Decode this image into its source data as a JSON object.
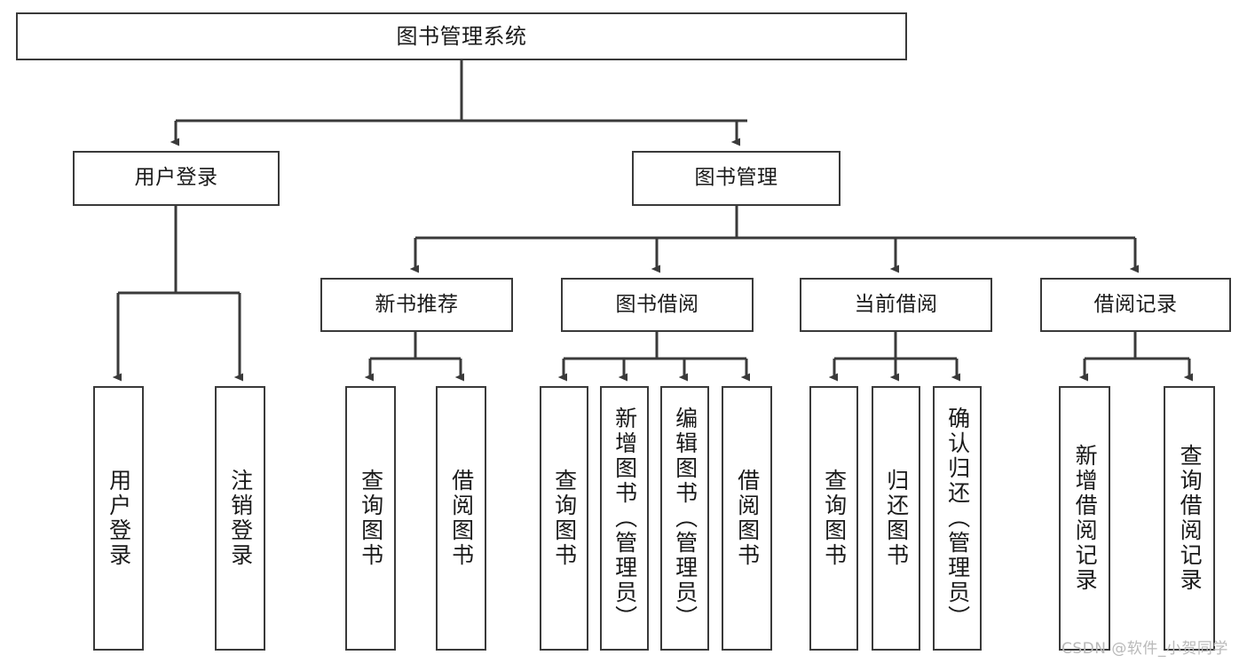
{
  "diagram": {
    "type": "tree-hierarchy-flowchart",
    "root": {
      "id": "root",
      "label": "图书管理系统"
    },
    "level2": [
      {
        "id": "user-login",
        "label": "用户登录"
      },
      {
        "id": "book-management",
        "label": "图书管理"
      }
    ],
    "level3": [
      {
        "id": "new-book-recommend",
        "label": "新书推荐"
      },
      {
        "id": "book-borrow",
        "label": "图书借阅"
      },
      {
        "id": "current-borrow",
        "label": "当前借阅"
      },
      {
        "id": "borrow-record",
        "label": "借阅记录"
      }
    ],
    "leaves": {
      "user_login": [
        {
          "id": "leaf-user-login",
          "label": "用户登录"
        },
        {
          "id": "leaf-logout-login",
          "label": "注销登录"
        }
      ],
      "new_book_recommend": [
        {
          "id": "leaf-query-book-1",
          "label": "查询图书"
        },
        {
          "id": "leaf-borrow-book-1",
          "label": "借阅图书"
        }
      ],
      "book_borrow": [
        {
          "id": "leaf-query-book-2",
          "label": "查询图书"
        },
        {
          "id": "leaf-add-book",
          "label": "新增图书（管理员）"
        },
        {
          "id": "leaf-edit-book",
          "label": "编辑图书（管理员）"
        },
        {
          "id": "leaf-borrow-book-2",
          "label": "借阅图书"
        }
      ],
      "current_borrow": [
        {
          "id": "leaf-query-book-3",
          "label": "查询图书"
        },
        {
          "id": "leaf-return-book",
          "label": "归还图书"
        },
        {
          "id": "leaf-confirm-return",
          "label": "确认归还（管理员）"
        }
      ],
      "borrow_record": [
        {
          "id": "leaf-add-record",
          "label": "新增借阅记录"
        },
        {
          "id": "leaf-query-record",
          "label": "查询借阅记录"
        }
      ]
    }
  },
  "watermark": {
    "text": "CSDN @软件_小贺同学"
  },
  "colors": {
    "stroke": "#3a3a3a",
    "fill": "#ffffff",
    "text": "#1a1a1a",
    "watermark": "#b9b9b9"
  }
}
